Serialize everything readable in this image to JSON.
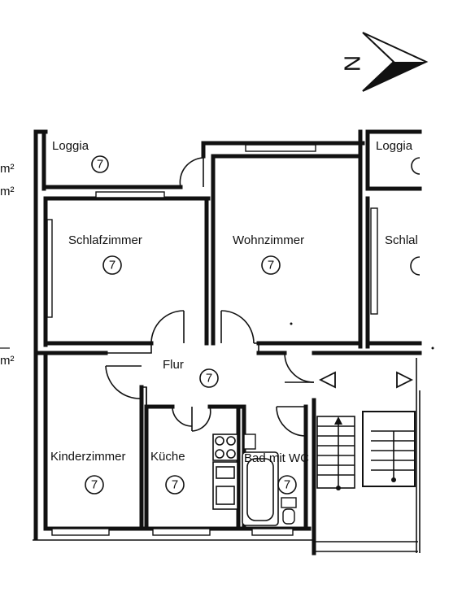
{
  "compass": {
    "letter": "N",
    "icon": "north-arrow-icon"
  },
  "rooms": [
    {
      "key": "loggia_left",
      "name": "Loggia",
      "marker": "7"
    },
    {
      "key": "loggia_right",
      "name": "Loggia",
      "marker": ""
    },
    {
      "key": "schlafzimmer",
      "name": "Schlafzimmer",
      "marker": "7"
    },
    {
      "key": "wohnzimmer",
      "name": "Wohnzimmer",
      "marker": "7"
    },
    {
      "key": "schlaf_right",
      "name": "Schlal",
      "marker": ""
    },
    {
      "key": "flur",
      "name": "Flur",
      "marker": "7"
    },
    {
      "key": "kinderzimmer",
      "name": "Kinderzimmer",
      "marker": "7"
    },
    {
      "key": "kueche",
      "name": "Küche",
      "marker": "7"
    },
    {
      "key": "bad",
      "name": "Bad mit WC",
      "marker": "7"
    }
  ],
  "margin_fragments": [
    "m²",
    "m²",
    "m²"
  ],
  "stair_arrows": [
    "left-triangle-icon",
    "right-triangle-icon"
  ]
}
